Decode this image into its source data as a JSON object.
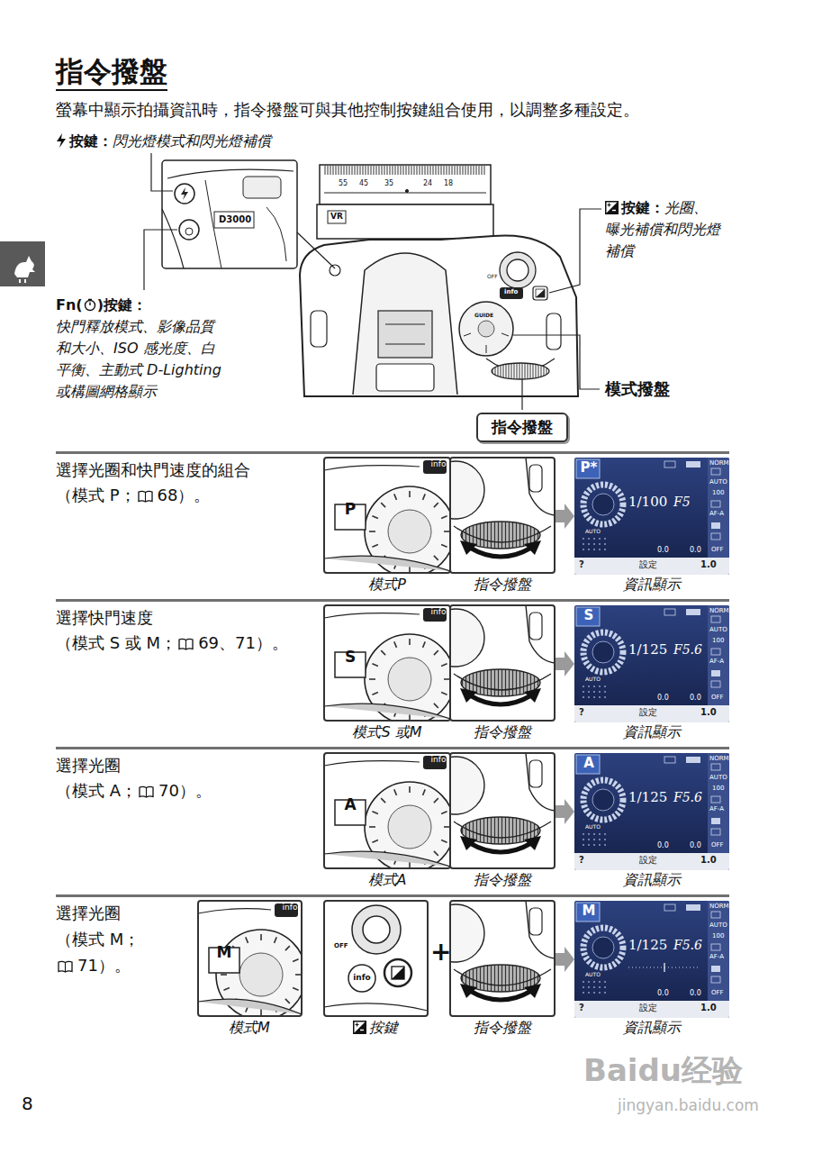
{
  "diagram": {
    "title": "指令撥盤",
    "nodes": [
      {
        "text": [
          "指令撥盤"
        ]
      },
      {
        "text": [
          "P*",
          "1/100",
          "F5",
          "NORM",
          "AUTO",
          "100",
          "AF-A",
          "AUTO",
          "0.0",
          "0.0",
          "OFF",
          "設定",
          "1.0",
          "?"
        ]
      },
      {
        "text": [
          "S",
          "1/125",
          "F5.6",
          "NORM",
          "AUTO",
          "100",
          "AF-A",
          "AUTO",
          "0.0",
          "0.0",
          "OFF",
          "設定",
          "1.0",
          "?"
        ]
      },
      {
        "text": [
          "A",
          "1/125",
          "F5.6",
          "NORM",
          "AUTO",
          "100",
          "AF-A",
          "AUTO",
          "0.0",
          "0.0",
          "OFF",
          "設定",
          "1.0",
          "?"
        ]
      },
      {
        "text": [
          "M",
          "1/125",
          "F5.6",
          "NORM",
          "AUTO",
          "100",
          "AF-A",
          "AUTO",
          "0.0",
          "0.0",
          "OFF",
          "設定",
          "1.0",
          "?"
        ]
      }
    ],
    "labels": [
      "螢幕中顯示拍攝資訊時，指令撥盤可與其他控制按鍵組合使用，以調整多種設定。",
      "按鍵：",
      "閃光燈模式和閃光燈補償",
      "按鍵：",
      "光圈、曝光補償和閃光燈補償",
      "Fn",
      "(",
      ")",
      "按鍵：",
      "快門釋放模式、影像品質和大小、ISO 感光度、白平衡、主動式 D-Lighting 或構圖網格顯示",
      "模式撥盤",
      "55",
      "45",
      "35",
      "24",
      "18",
      "VR",
      "D3000",
      "OFF",
      "GUIDE",
      "info",
      "選擇光圈和快門速度的組合",
      "（模式 P；",
      "68）。",
      "模式P",
      "指令撥盤",
      "資訊顯示",
      "選擇快門速度",
      "（模式 S 或 M；",
      "69、71）。",
      "模式S 或M",
      "指令撥盤",
      "資訊顯示",
      "選擇光圈",
      "（模式 A；",
      "70）。",
      "模式A",
      "指令撥盤",
      "資訊顯示",
      "選擇光圈",
      "（模式 M；",
      "71）。",
      "模式M",
      "按鍵",
      "指令撥盤",
      "資訊顯示",
      "P",
      "info",
      "S",
      "info",
      "A",
      "info",
      "M",
      "info",
      "OFF",
      "info",
      "8",
      "Baidu经验",
      "jingyan.baidu.com",
      "+"
    ]
  }
}
